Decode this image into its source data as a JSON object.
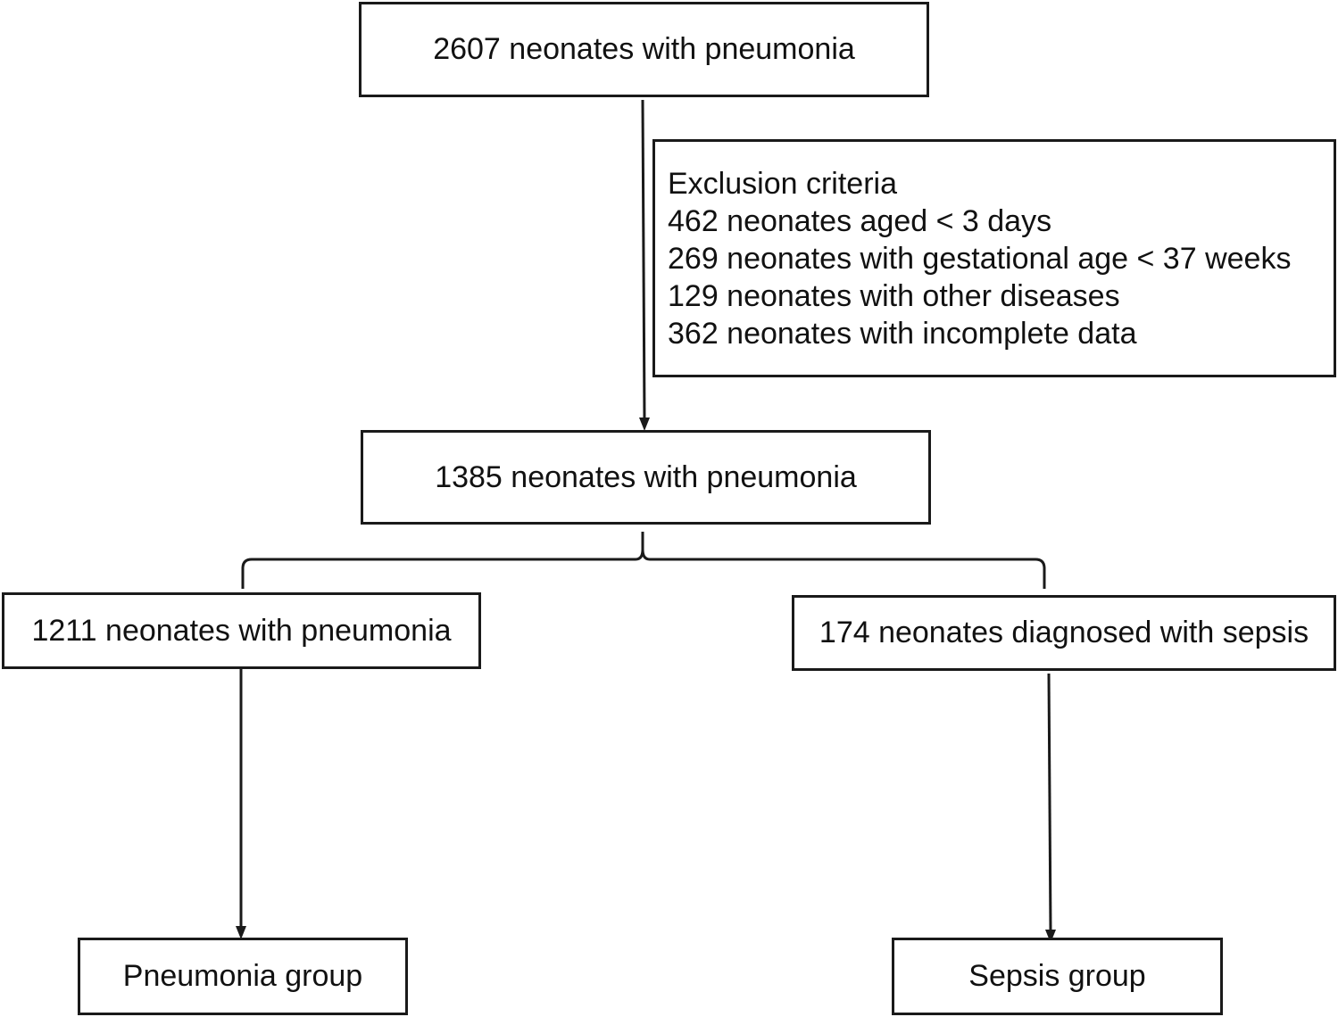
{
  "boxes": {
    "top": "2607 neonates with pneumonia",
    "middle": "1385 neonates with pneumonia",
    "left": "1211 neonates with pneumonia",
    "right": "174 neonates diagnosed with sepsis",
    "bottom_left": "Pneumonia group",
    "bottom_right": "Sepsis group"
  },
  "exclusion": {
    "title": "Exclusion criteria",
    "items": [
      "462 neonates aged < 3 days",
      "269 neonates with gestational age < 37 weeks",
      "129 neonates with other diseases",
      "362 neonates with incomplete data"
    ]
  }
}
